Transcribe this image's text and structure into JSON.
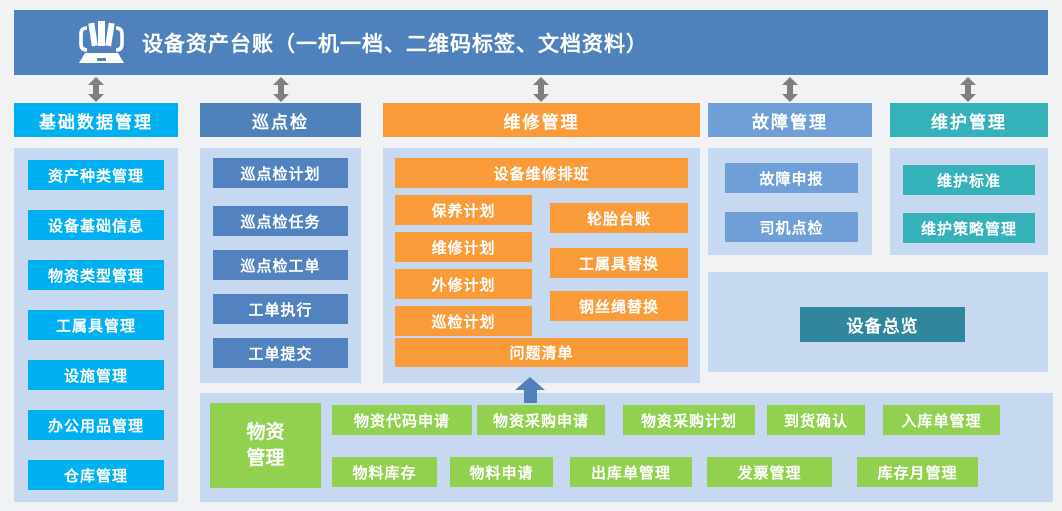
{
  "banner": {
    "title": "设备资产台账（一机一档、二维码标签、文档资料）",
    "icon": "laptop-books-icon"
  },
  "columns": [
    {
      "header": "基础数据管理",
      "items": [
        "资产种类管理",
        "设备基础信息",
        "物资类型管理",
        "工属具管理",
        "设施管理",
        "办公用品管理",
        "仓库管理"
      ]
    },
    {
      "header": "巡点检",
      "items": [
        "巡点检计划",
        "巡点检任务",
        "巡点检工单",
        "工单执行",
        "工单提交"
      ]
    },
    {
      "header": "维修管理",
      "top_item": "设备维修排班",
      "left_items": [
        "保养计划",
        "维修计划",
        "外修计划",
        "巡检计划"
      ],
      "right_items": [
        "轮胎台账",
        "工属具替换",
        "钢丝绳替换"
      ],
      "bottom_item": "问题清单"
    },
    {
      "header": "故障管理",
      "items": [
        "故障申报",
        "司机点检"
      ]
    },
    {
      "header": "维护管理",
      "items": [
        "维护标准",
        "维护策略管理"
      ]
    }
  ],
  "overview": {
    "button_label": "设备总览"
  },
  "materials": {
    "label": "物资管理",
    "row1": [
      "物资代码申请",
      "物资采购申请",
      "物资采购计划",
      "到货确认",
      "入库单管理"
    ],
    "row2": [
      "物料库存",
      "物料申请",
      "出库单管理",
      "发票管理",
      "库存月管理"
    ]
  },
  "colors": {
    "banner_blue": "#4f81bd",
    "cyan": "#00b0f0",
    "steel_blue": "#5282c0",
    "orange": "#f99b38",
    "light_blue": "#6f9fd6",
    "teal": "#35b2b9",
    "dark_teal": "#31859c",
    "green": "#92d050",
    "panel_background": "#c6d9f1",
    "arrow_gray": "#7f7f7f",
    "page_background": "#f1f2f4"
  }
}
